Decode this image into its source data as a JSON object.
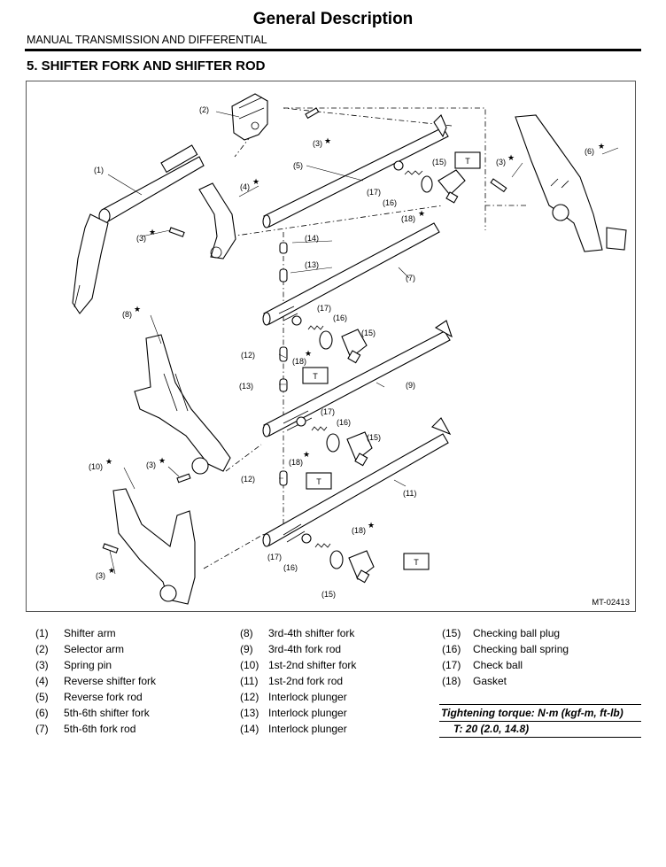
{
  "header": {
    "title": "General Description",
    "subtitle": "MANUAL TRANSMISSION AND DIFFERENTIAL"
  },
  "section": {
    "title": "5.  SHIFTER FORK AND SHIFTER ROD"
  },
  "figure": {
    "id": "MT-02413",
    "callouts": {
      "c1": "(1)",
      "c2": "(2)",
      "c3a": "(3)",
      "c3b": "(3)",
      "c3c": "(3)",
      "c3d": "(3)",
      "c4": "(4)",
      "c5": "(5)",
      "c6": "(6)",
      "c7": "(7)",
      "c8": "(8)",
      "c9": "(9)",
      "c10": "(10)",
      "c11": "(11)",
      "c12a": "(12)",
      "c12b": "(12)",
      "c13a": "(13)",
      "c13b": "(13)",
      "c14": "(14)",
      "c15a": "(15)",
      "c15b": "(15)",
      "c15c": "(15)",
      "c15d": "(15)",
      "c16a": "(16)",
      "c16b": "(16)",
      "c16c": "(16)",
      "c16d": "(16)",
      "c17a": "(17)",
      "c17b": "(17)",
      "c17c": "(17)",
      "c17d": "(17)",
      "c18a": "(18)",
      "c18b": "(18)",
      "c18c": "(18)",
      "c18d": "(18)",
      "t": "T",
      "star": "★"
    }
  },
  "legend": {
    "col1": [
      {
        "num": "(1)",
        "label": "Shifter arm"
      },
      {
        "num": "(2)",
        "label": "Selector arm"
      },
      {
        "num": "(3)",
        "label": "Spring pin"
      },
      {
        "num": "(4)",
        "label": "Reverse shifter fork"
      },
      {
        "num": "(5)",
        "label": "Reverse fork rod"
      },
      {
        "num": "(6)",
        "label": "5th-6th shifter fork"
      },
      {
        "num": "(7)",
        "label": "5th-6th fork rod"
      }
    ],
    "col2": [
      {
        "num": "(8)",
        "label": "3rd-4th shifter fork"
      },
      {
        "num": "(9)",
        "label": "3rd-4th fork rod"
      },
      {
        "num": "(10)",
        "label": "1st-2nd shifter fork"
      },
      {
        "num": "(11)",
        "label": "1st-2nd fork rod"
      },
      {
        "num": "(12)",
        "label": "Interlock plunger"
      },
      {
        "num": "(13)",
        "label": "Interlock plunger"
      },
      {
        "num": "(14)",
        "label": "Interlock plunger"
      }
    ],
    "col3": [
      {
        "num": "(15)",
        "label": "Checking ball plug"
      },
      {
        "num": "(16)",
        "label": "Checking ball spring"
      },
      {
        "num": "(17)",
        "label": "Check ball"
      },
      {
        "num": "(18)",
        "label": "Gasket"
      }
    ]
  },
  "torque": {
    "heading": "Tightening torque: N·m (kgf-m, ft-lb)",
    "value": "T:   20 (2.0, 14.8)"
  }
}
